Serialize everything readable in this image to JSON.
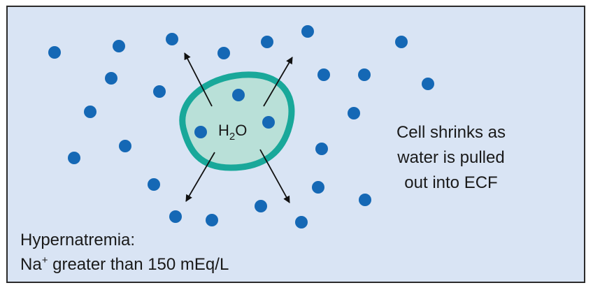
{
  "colors": {
    "background": "#d9e4f4",
    "border": "#2b2b2b",
    "sodium_dot": "#1568b5",
    "cell_fill": "#b9e0d8",
    "cell_membrane": "#19a89a",
    "arrow": "#111111"
  },
  "cell": {
    "label_main": "H",
    "label_sub": "2",
    "label_end": "O"
  },
  "description": {
    "line1": "Cell shrinks as",
    "line2": "water is pulled",
    "line3": "out into ECF"
  },
  "condition": {
    "title": "Hypernatremia:",
    "ion": "Na",
    "charge": "+",
    "value_text": " greater than 150 mEq/L"
  }
}
